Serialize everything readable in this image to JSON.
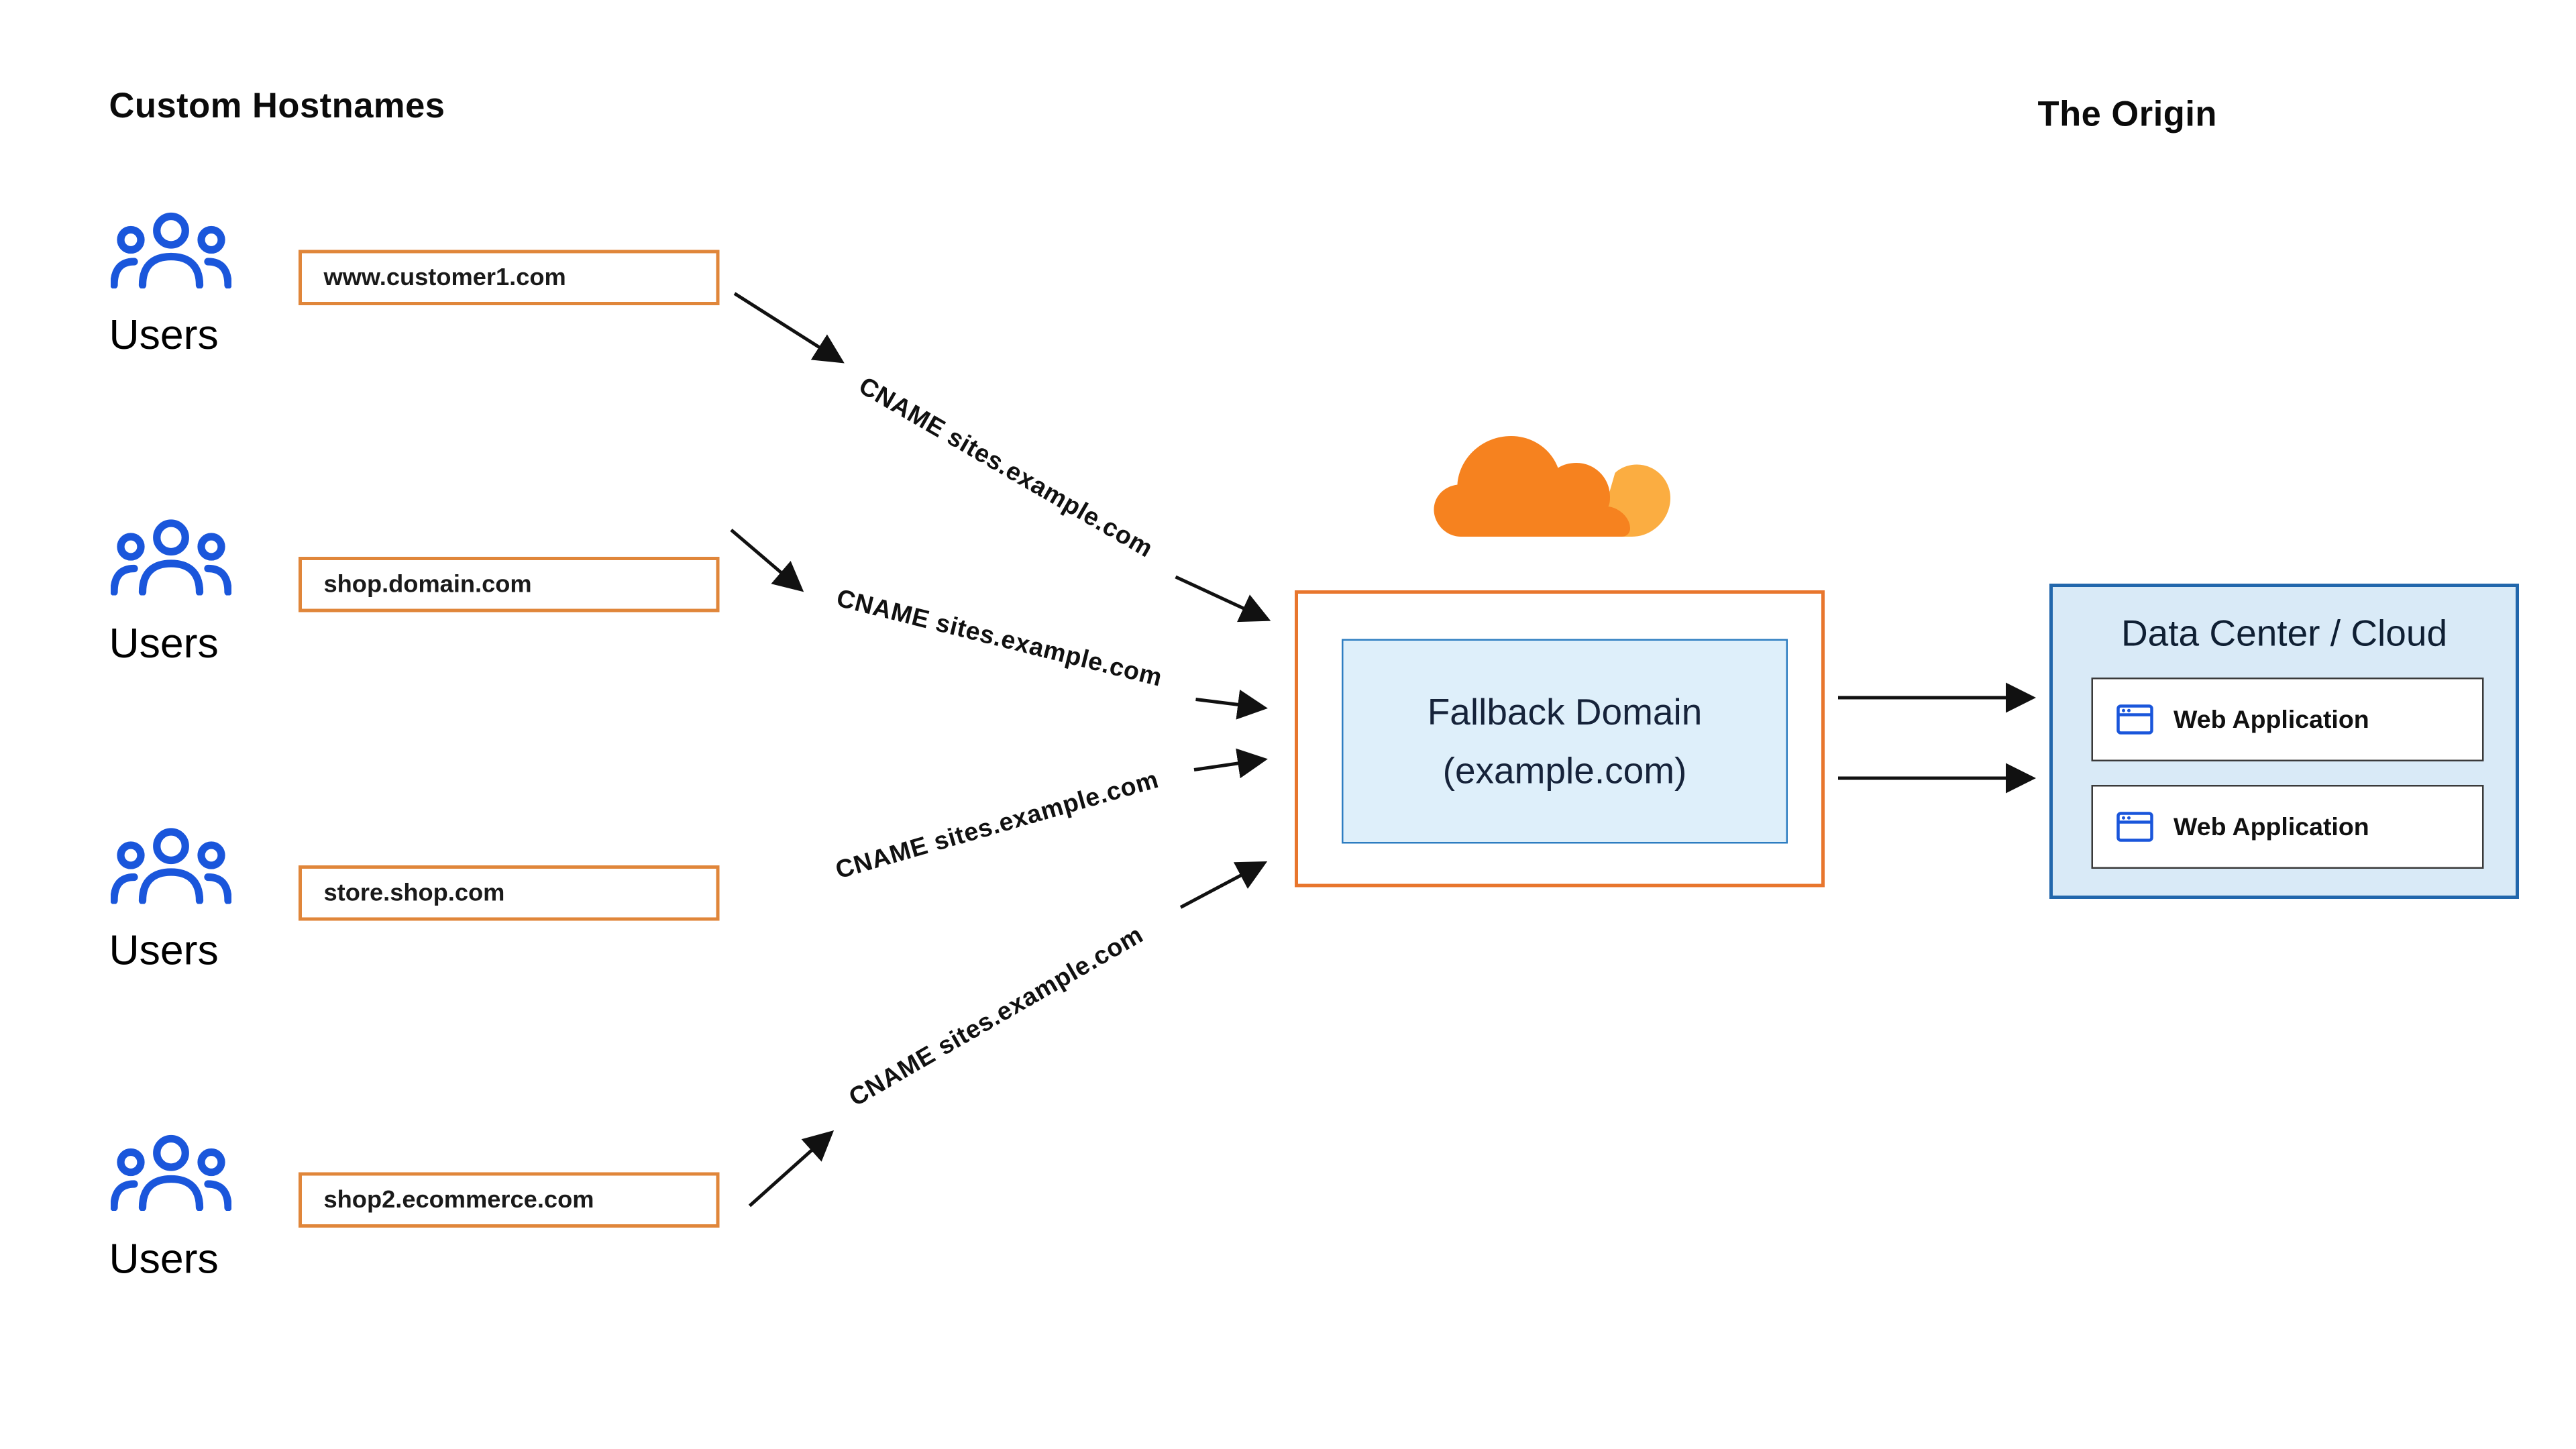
{
  "titles": {
    "custom_hostnames": "Custom Hostnames",
    "origin": "The Origin"
  },
  "rows": [
    {
      "users": "Users",
      "hostname": "www.customer1.com",
      "cname": "CNAME sites.example.com"
    },
    {
      "users": "Users",
      "hostname": "shop.domain.com",
      "cname": "CNAME sites.example.com"
    },
    {
      "users": "Users",
      "hostname": "store.shop.com",
      "cname": "CNAME sites.example.com"
    },
    {
      "users": "Users",
      "hostname": "shop2.ecommerce.com",
      "cname": "CNAME sites.example.com"
    }
  ],
  "fallback": {
    "line1": "Fallback Domain",
    "line2": "(example.com)"
  },
  "origin_box": {
    "title": "Data Center / Cloud",
    "apps": [
      {
        "label": "Web Application",
        "icon": "browser-window-icon"
      },
      {
        "label": "Web Application",
        "icon": "browser-window-icon"
      }
    ]
  },
  "icons": {
    "users": "users-group-icon",
    "cloudflare": "cloudflare-logo-icon",
    "browser": "browser-window-icon"
  },
  "colors": {
    "cloudflare_orange": "#F6821F",
    "cloudflare_orange_light": "#FBAD41",
    "hostname_border_orange": "#E0863A",
    "center_border_orange": "#E8762D",
    "users_blue": "#1A56DB",
    "origin_bg": "#D9EAF7",
    "origin_border": "#2267AC",
    "fallback_bg": "#DEEFFA",
    "fallback_border": "#2D7DC1",
    "arrow": "#111111"
  }
}
